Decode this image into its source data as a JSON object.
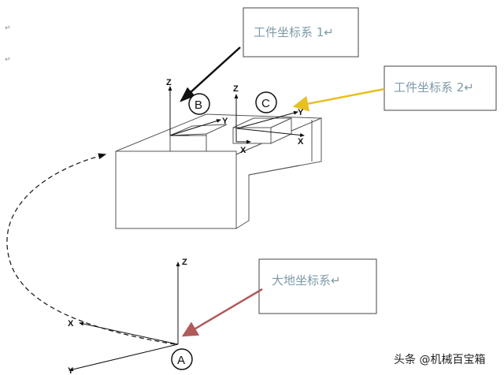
{
  "labels": {
    "workpiece_1": "工件坐标系 1↵",
    "workpiece_2": "工件坐标系 2↵",
    "ground": "大地坐标系↵"
  },
  "points": {
    "a": "A",
    "b": "B",
    "c": "C"
  },
  "axes": {
    "x": "X",
    "y": "Y",
    "z": "Z"
  },
  "paragraph_mark": "↵",
  "watermark": "头条 @机械百宝箱",
  "colors": {
    "arrow_1": "#111111",
    "arrow_2": "#e8c020",
    "arrow_ground": "#b05a5a",
    "label_text": "#7d9aa8"
  }
}
